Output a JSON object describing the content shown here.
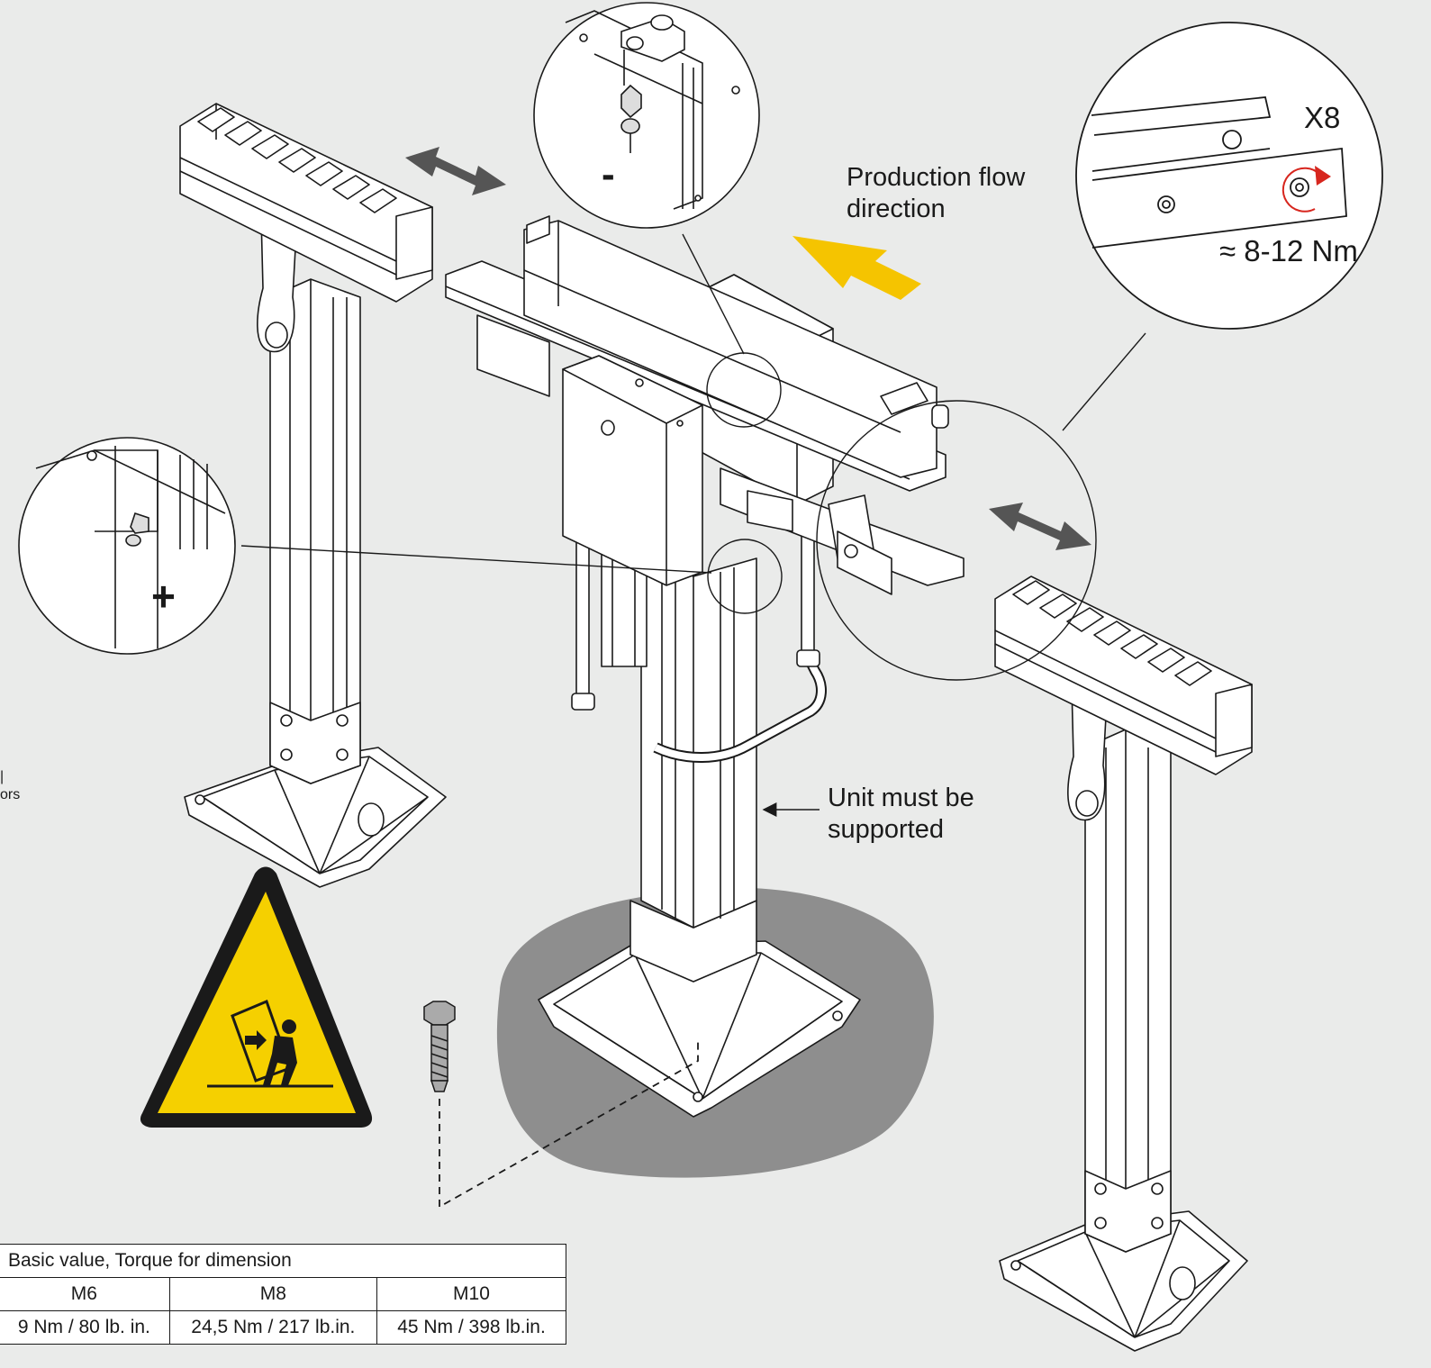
{
  "labels": {
    "flow_direction": "Production flow\ndirection",
    "multiplier": "X8",
    "torque_range": "≈ 8-12 Nm",
    "unit_support": "Unit must be\nsupported",
    "minus_sign": "-",
    "plus_sign": "+",
    "left_fragment": "|\nors"
  },
  "torque_table": {
    "title": "Basic value, Torque for dimension",
    "columns": [
      "M6",
      "M8",
      "M10"
    ],
    "values": [
      "9 Nm / 80 lb. in.",
      "24,5 Nm / 217 lb.in.",
      "45 Nm / 398 lb.in."
    ]
  },
  "colors": {
    "background": "#eaebea",
    "flow_arrow": "#f5c400",
    "rotation_arrow": "#d7261e",
    "warning_yellow": "#f5d000",
    "shadow": "#8e8e8e",
    "double_arrow": "#555555"
  },
  "icons": [
    "tipping-hazard-warning-icon",
    "rotation-arrow-icon",
    "hex-bolt-icon"
  ]
}
